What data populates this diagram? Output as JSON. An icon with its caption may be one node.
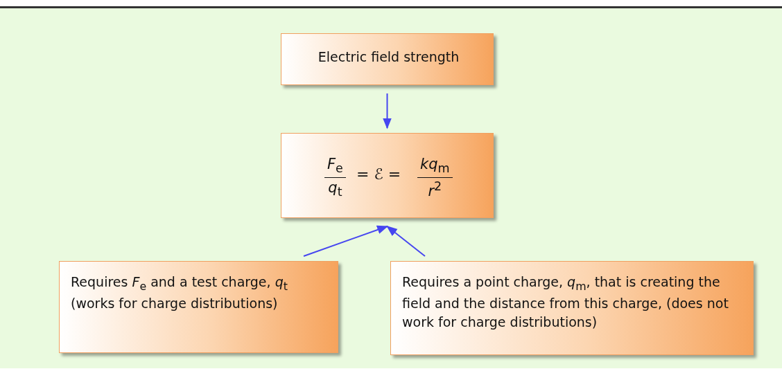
{
  "diagram": {
    "nodes": [
      {
        "text": [
          "Electric field strength"
        ]
      },
      {
        "text": [
          "*F*$_{e}$",
          "*q*$_{t}$",
          "= ℰ =",
          "*kq*$_{m}$",
          "*r*$^{2}$"
        ]
      },
      {
        "text": [
          "Requires *F*$_{e}$ and a test charge, *q*$_{t}$ (works for charge distributions)"
        ]
      },
      {
        "text": [
          "Requires a point charge, *q*$_{m}$, that is creating the field and the distance from this charge, (does not work for charge distributions)"
        ]
      }
    ],
    "edges": [
      {
        "from": 0,
        "to": 1,
        "arrow": "to"
      },
      {
        "from": 2,
        "to": 1,
        "arrow": "to"
      },
      {
        "from": 3,
        "to": 1,
        "arrow": "to"
      }
    ]
  }
}
